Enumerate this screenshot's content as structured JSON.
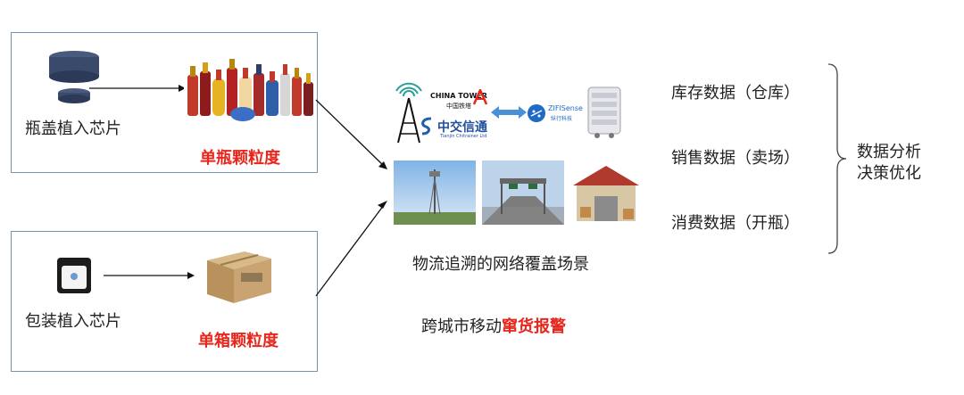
{
  "top_box": {
    "chip_label": "瓶盖植入芯片",
    "granularity": "单瓶颗粒度"
  },
  "bottom_box": {
    "chip_label": "包装植入芯片",
    "granularity": "单箱颗粒度"
  },
  "logos": {
    "tower_en": "CHINA TOWER",
    "tower_cn": "中国铁塔",
    "company_cn": "中交信通",
    "company_en": "Tianjin Chitrainer Ltd",
    "zifisense_en": "ZIFISense",
    "zifisense_cn": "纵行科技"
  },
  "scene_caption": "物流追溯的网络覆盖场景",
  "alarm": {
    "prefix": "跨城市移动",
    "highlight": "窜货报警"
  },
  "data_items": [
    "库存数据（仓库）",
    "销售数据（卖场）",
    "消费数据（开瓶）"
  ],
  "decision": {
    "line1": "数据分析",
    "line2": "决策优化"
  },
  "colors": {
    "accent_red": "#e8261b",
    "box_border": "#7b8fb0",
    "cap_navy": "#3a4a6b"
  }
}
